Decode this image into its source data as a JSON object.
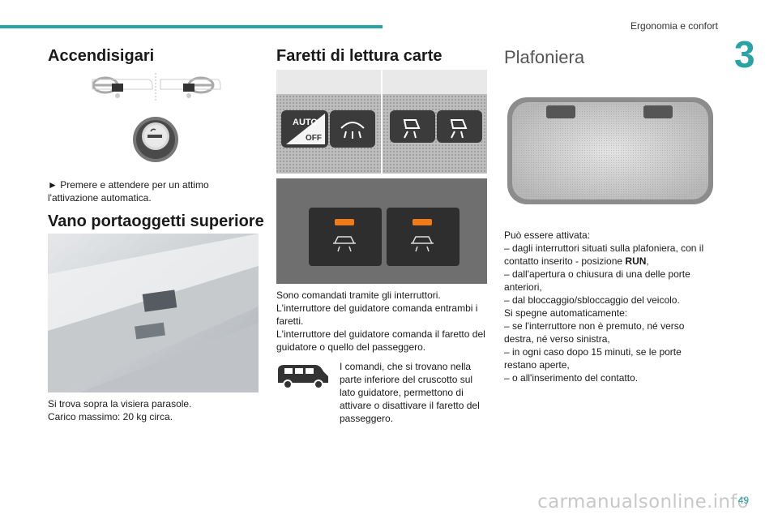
{
  "header": {
    "chapter_title": "Ergonomia e confort",
    "chapter_number": "3"
  },
  "col1": {
    "section1_title": "Accendisigari",
    "section1_text": "► Premere e attendere per un attimo l'attivazione automatica.",
    "section2_title": "Vano portaoggetti superiore",
    "section2_line1": "Si trova sopra la visiera parasole.",
    "section2_line2": "Carico massimo: 20 kg circa."
  },
  "col2": {
    "title": "Faretti di lettura carte",
    "switch_auto": "AUTO",
    "switch_off": "OFF",
    "para1": "Sono comandati tramite gli interruttori.",
    "para2": "L'interruttore del guidatore comanda entrambi i faretti.",
    "para3": "L'interruttore del guidatore comanda il faretto del guidatore o quello del passeggero.",
    "note": "I comandi, che si trovano nella parte inferiore del cruscotto sul lato guidatore, permettono di attivare o disattivare il faretto del passeggero.",
    "note_icon": "van-icon"
  },
  "col3": {
    "title": "Plafoniera",
    "intro": "Può essere attivata:",
    "item1_pre": "– dagli interruttori situati sulla plafoniera, con il contatto inserito - posizione ",
    "item1_bold": "RUN",
    "item1_post": ",",
    "item2": "– dall'apertura o chiusura di una delle porte anteriori,",
    "item3": "– dal bloccaggio/sbloccaggio del veicolo.",
    "off_intro": "Si spegne automaticamente:",
    "off1": "– se l'interruttore non è premuto, né verso destra, né verso sinistra,",
    "off2": "– in ogni caso dopo 15 minuti, se le porte restano aperte,",
    "off3": "– o all'inserimento del contatto."
  },
  "footer": {
    "page_number": "49",
    "watermark": "carmanualsonline.info"
  },
  "colors": {
    "accent": "#2aa3a5",
    "indicator": "#f07a1a"
  }
}
